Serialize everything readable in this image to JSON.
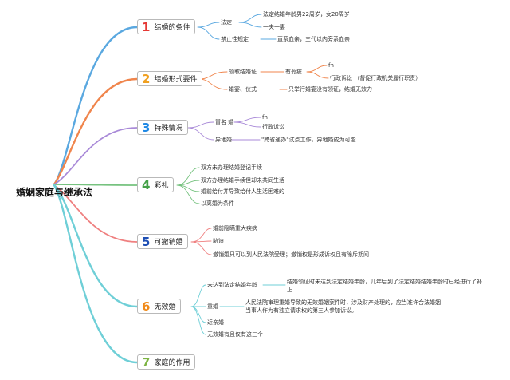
{
  "root": "婚姻家庭与继承法",
  "branches": [
    {
      "num": "1",
      "label": "结婚的条件"
    },
    {
      "num": "2",
      "label": "结婚形式要件"
    },
    {
      "num": "3",
      "label": "特殊情况"
    },
    {
      "num": "4",
      "label": "彩礼"
    },
    {
      "num": "5",
      "label": "可撤销婚"
    },
    {
      "num": "6",
      "label": "无效婚"
    },
    {
      "num": "7",
      "label": "家庭的作用"
    }
  ],
  "nodes": {
    "b1_legal": "法定",
    "b1_age": "法定结婚年龄男22周岁，女20周岁",
    "b1_mono": "一夫一妻",
    "b1_prohibit": "禁止性规定",
    "b1_blood": "直系血亲，三代以内旁系血亲",
    "b2_register": "领取结婚证",
    "b2_flaw": "有瑕疵",
    "b2_fn": "fn",
    "b2_admin": "行政诉讼  （督促行政机关履行职责）",
    "b2_ceremony": "婚宴、仪式",
    "b2_ceremony_note": "只举行婚宴没有领证，结婚无效力",
    "b3_name": "冒名 婚",
    "b3_fn": "fn",
    "b3_admin": "行政诉讼",
    "b3_cross": "异地婚",
    "b3_cross_note": "\"跨省通办\"试点工作，异地婚成为可能",
    "b4_1": "双方未办理结婚登记手续",
    "b4_2": "双方办理结婚手续但却未共同生活",
    "b4_3": "婚前给付并导致给付人生活困难的",
    "b4_4": "以离婚为条件",
    "b5_1": "婚前隐瞒重大疾病",
    "b5_2": "胁迫",
    "b5_3": "撤销婚只可以到人民法院受理；撤销权是形成诉权且有除斥期间",
    "b6_age": "未达到法定结婚年龄",
    "b6_age_note_1": "结婚领证时未达到法定结婚年龄，几年后到了法定结婚结婚年龄时已经进行了补",
    "b6_age_note_2": "正",
    "b6_bigamy": "重婚",
    "b6_bigamy_note_1": "人民法院审理重婚导致的无效婚姻案件时，涉及财产处理的，应当准许合法婚姻",
    "b6_bigamy_note_2": "当事人作为有独立请求权的第三人参加诉讼。",
    "b6_close": "近亲婚",
    "b6_only": "无效婚有且仅有这三个"
  }
}
